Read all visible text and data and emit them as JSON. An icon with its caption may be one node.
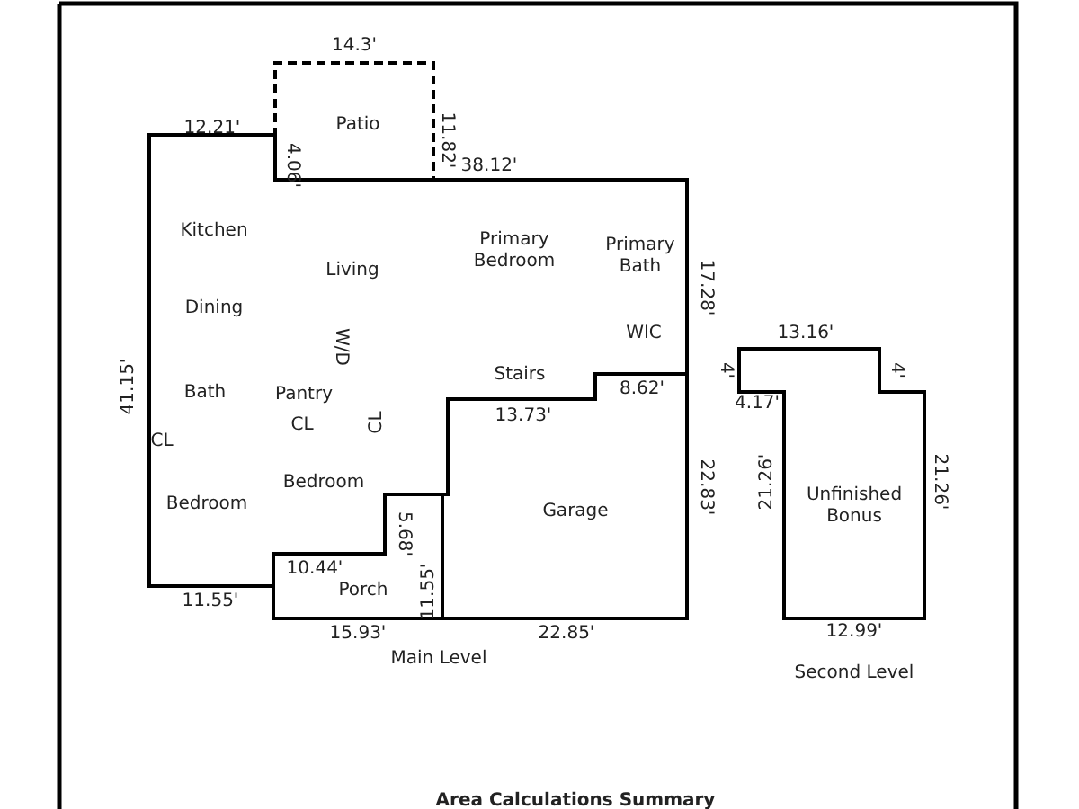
{
  "diagram": {
    "labels": [
      "14.3'",
      "12.21'",
      "Patio",
      "11.82'",
      "4.06'",
      "38.12'",
      "Kitchen",
      "Primary Bedroom",
      "Primary Bath",
      "Living",
      "17.28'",
      "Dining",
      "W/D",
      "WIC",
      "13.16'",
      "Stairs",
      "4'",
      "4'",
      "41.15'",
      "Bath",
      "Pantry",
      "8.62'",
      "4.17'",
      "CL",
      "13.73'",
      "CL",
      "CL",
      "Bedroom",
      "Bedroom",
      "Garage",
      "22.83'",
      "21.26'",
      "Unfinished Bonus",
      "21.26'",
      "5.68'",
      "11.55'",
      "10.44'",
      "Porch",
      "11.55'",
      "15.93'",
      "22.85'",
      "12.99'",
      "Main Level",
      "Second Level",
      "Area Calculations Summary"
    ]
  }
}
